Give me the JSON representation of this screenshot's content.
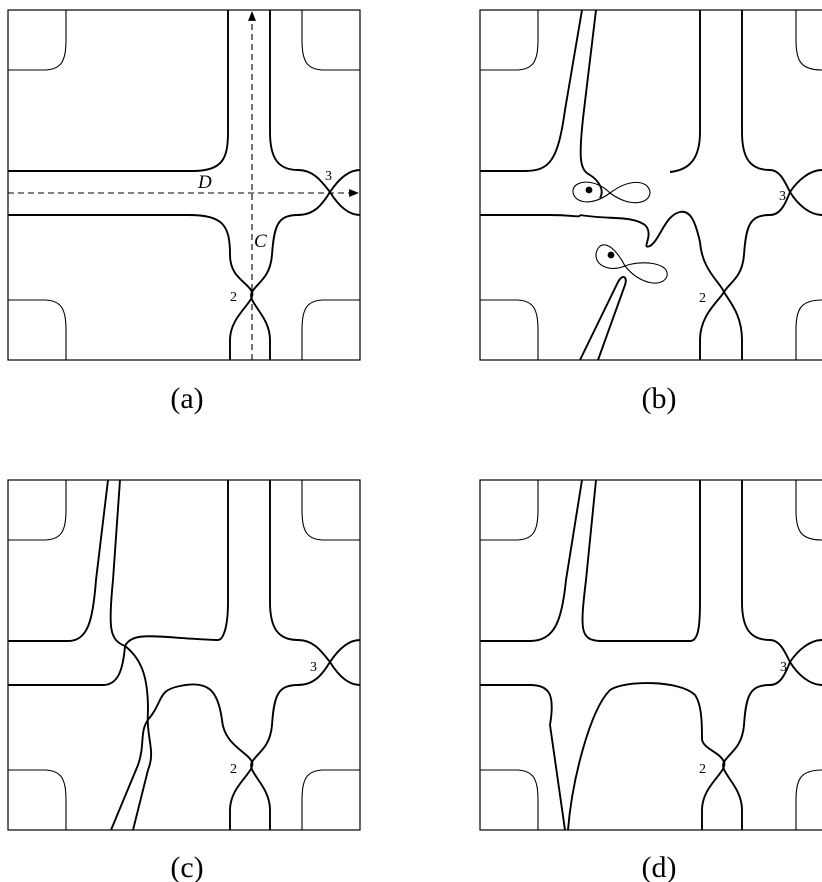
{
  "panels": [
    {
      "caption": "(a)",
      "labels": {
        "D": "D",
        "C": "C",
        "two": "2",
        "three": "3"
      }
    },
    {
      "caption": "(b)",
      "labels": {
        "two": "2",
        "three": "3"
      }
    },
    {
      "caption": "(c)",
      "labels": {
        "two": "2",
        "three": "3"
      }
    },
    {
      "caption": "(d)",
      "labels": {
        "two": "2",
        "three": "3"
      }
    }
  ]
}
